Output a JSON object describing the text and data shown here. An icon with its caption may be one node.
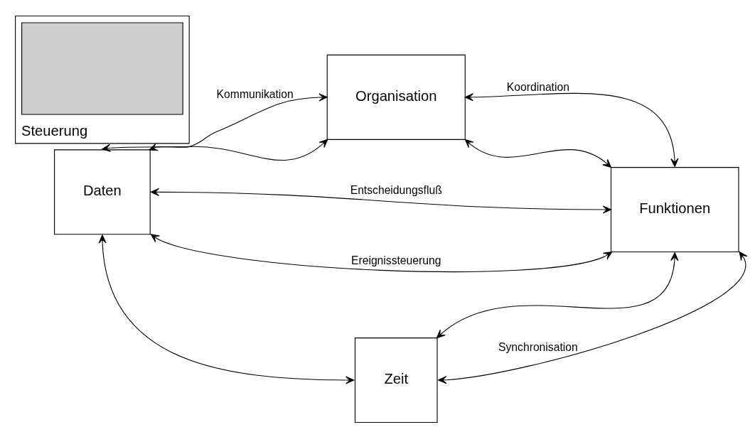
{
  "diagram": {
    "nodes": [
      {
        "text": [
          "Organisation"
        ]
      },
      {
        "text": [
          "Daten"
        ]
      },
      {
        "text": [
          "Steuerung"
        ]
      },
      {
        "text": [],
        "shape": "box",
        "in": 2
      },
      {
        "text": [
          "Funktionen"
        ]
      },
      {
        "text": [
          "Zeit"
        ]
      }
    ],
    "edges": [
      {
        "from": 1,
        "to": 0,
        "arrow": "both",
        "label": "Kommunikation"
      },
      {
        "from": 0,
        "to": 4,
        "arrow": "both",
        "label": "Koordination"
      },
      {
        "from": 1,
        "to": 4,
        "arrow": "both",
        "label": "Entscheidungsfluß"
      },
      {
        "from": 1,
        "to": 0,
        "arrow": "both"
      },
      {
        "from": 0,
        "to": 4,
        "arrow": "both"
      },
      {
        "from": 1,
        "to": 4,
        "arrow": "both",
        "label": "Ereignissteuerung"
      },
      {
        "from": 1,
        "to": 5,
        "arrow": "both"
      },
      {
        "from": 5,
        "to": 4,
        "arrow": "both"
      },
      {
        "from": 5,
        "to": 4,
        "arrow": "both",
        "label": "Synchronisation"
      }
    ]
  }
}
